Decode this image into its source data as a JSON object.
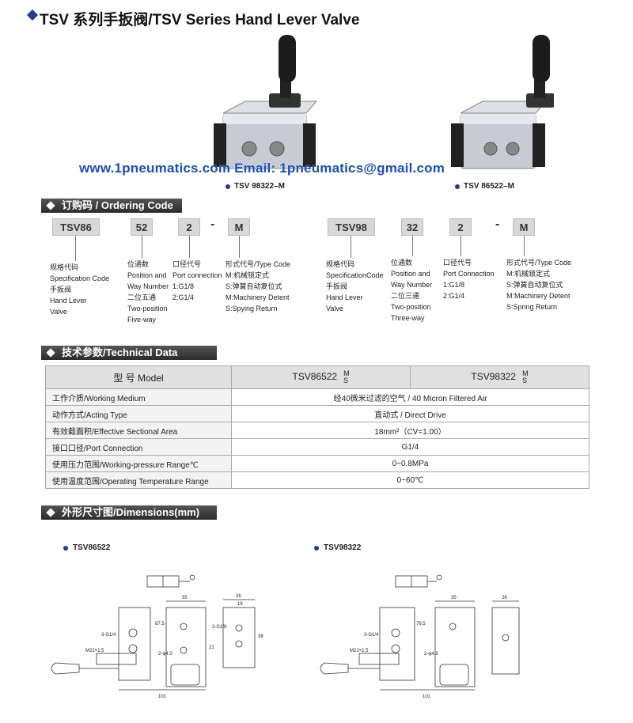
{
  "title": "TSV 系列手扳阀/TSV Series Hand Lever Valve",
  "watermark": "www.1pneumatics.com  Email: 1pneumatics@gmail.com",
  "product_captions": [
    "TSV 98322–M",
    "TSV 86522–M"
  ],
  "ordering": {
    "section_title": "订购码 / Ordering Code",
    "left_codes": [
      "TSV86",
      "52",
      "2",
      "-",
      "M"
    ],
    "right_codes": [
      "TSV98",
      "32",
      "2",
      "-",
      "M"
    ],
    "left_desc": [
      [
        "规格代码",
        "Specification Code",
        "手扳阀",
        "Hand Lever",
        "Valve"
      ],
      [
        "位通数",
        "Position and",
        "Way Number",
        "二位五通",
        "Two-position",
        "Five-way"
      ],
      [
        "口径代号",
        "Port connection",
        "1:G1/8",
        "2:G1/4"
      ],
      [
        "形式代号/Type Code",
        "M:机械锁定式",
        "S:弹簧自动复位式",
        "M:Machinery Detent",
        "S:Spying Return"
      ]
    ],
    "right_desc": [
      [
        "规格代码",
        "SpecificationCode",
        "手扳阀",
        "Hand Lever",
        "Valve"
      ],
      [
        "位通数",
        "Position and",
        "Way Number",
        "二位三通",
        "Two-position",
        "Three-way"
      ],
      [
        "口径代号",
        "Port Connection",
        "1:G1/8",
        "2:G1/4"
      ],
      [
        "形式代号/Type Code",
        "M:机械锁定式",
        "S:弹簧自动复位式",
        "M:Machinery Detent",
        "S:Spring  Return"
      ]
    ]
  },
  "technical": {
    "section_title": "技术参数/Technical Data",
    "header": {
      "label": "型 号 Model",
      "col1": "TSV86522",
      "col2": "TSV98322",
      "m": "M",
      "s": "S"
    },
    "rows": [
      {
        "label": "工作介质/Working Medium",
        "value": "经40微米过滤的空气 / 40 Micron Filtered Air"
      },
      {
        "label": "动作方式/Acting Type",
        "value": "直动式 / Direct Drive"
      },
      {
        "label": "有效截面积/Effective Sectional Area",
        "value": "18mm²（CV=1.00）"
      },
      {
        "label": "接口口径/Port Connection",
        "value": "G1/4"
      },
      {
        "label": "使用压力范围/Working-pressure Range℃",
        "value": "0~0.8MPa"
      },
      {
        "label": "使用温度范围/Operating Temperature Range",
        "value": "0~60℃"
      }
    ]
  },
  "dimensions": {
    "section_title": "外形尺寸图/Dimensions(mm)",
    "left_caption": "TSV86522",
    "right_caption": "TSV98322",
    "labels_left": [
      "3-G1/4",
      "M22×1.5",
      "35",
      "26",
      "19",
      "2-G1/8",
      "2-φ4.3",
      "21",
      "87.5",
      "38",
      "101"
    ],
    "labels_right": [
      "3-G1/4",
      "M22×1.5",
      "35",
      "26",
      "2-φ4.3",
      "79.5",
      "101"
    ]
  }
}
